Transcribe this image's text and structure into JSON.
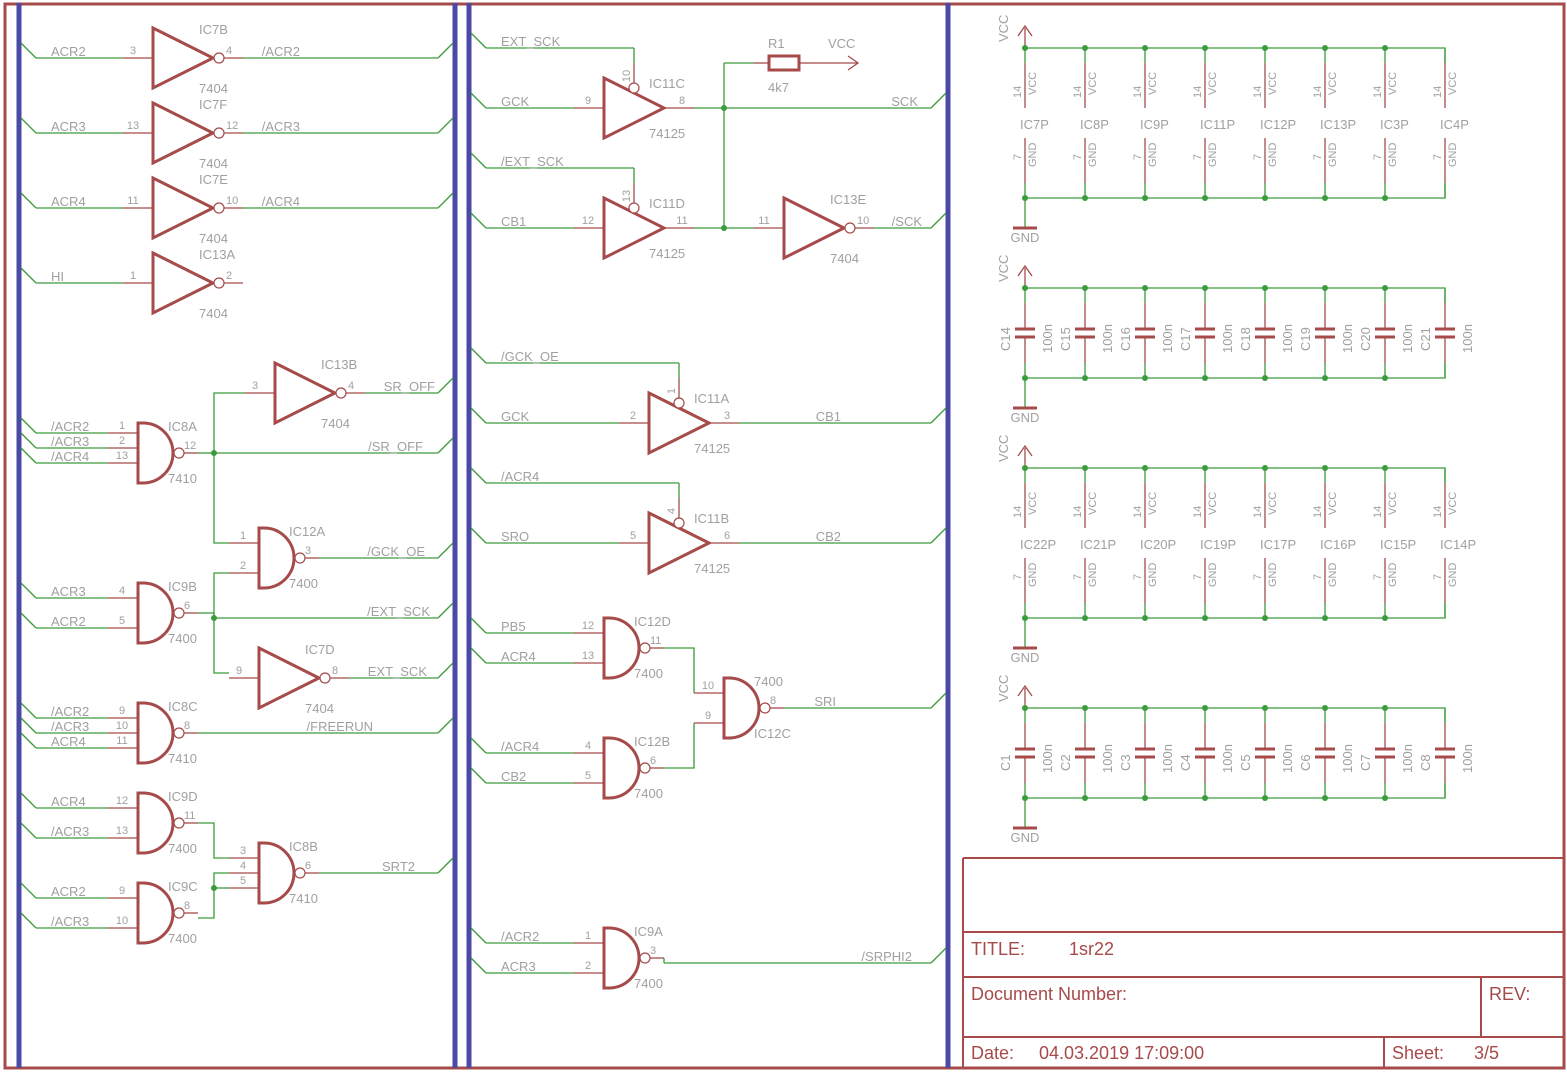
{
  "title_block": {
    "title_label": "TITLE:",
    "title_value": "1sr22",
    "doc_number_label": "Document Number:",
    "rev_label": "REV:",
    "date_label": "Date:",
    "date_value": "04.03.2019 17:09:00",
    "sheet_label": "Sheet:",
    "sheet_value": "3/5"
  },
  "colors": {
    "frame": "#a64a4a",
    "bus": "#4a4aa6",
    "wire": "#3c9c3c",
    "text": "#a0a0a0"
  },
  "left_column": {
    "inverters": [
      {
        "name": "IC7B",
        "type": "7404",
        "in_net": "ACR2",
        "in_pin": "3",
        "out_pin": "4",
        "out_net": "/ACR2"
      },
      {
        "name": "IC7F",
        "type": "7404",
        "in_net": "ACR3",
        "in_pin": "13",
        "out_pin": "12",
        "out_net": "/ACR3"
      },
      {
        "name": "IC7E",
        "type": "7404",
        "in_net": "ACR4",
        "in_pin": "11",
        "out_pin": "10",
        "out_net": "/ACR4"
      },
      {
        "name": "IC13A",
        "type": "7404",
        "in_net": "HI",
        "in_pin": "1",
        "out_pin": "2",
        "out_net": ""
      }
    ],
    "gates": [
      {
        "name": "IC8A",
        "type": "7410",
        "inputs": [
          {
            "net": "/ACR2",
            "pin": "1"
          },
          {
            "net": "/ACR3",
            "pin": "2"
          },
          {
            "net": "/ACR4",
            "pin": "13"
          }
        ],
        "out_pin": "12"
      },
      {
        "name": "IC9B",
        "type": "7400",
        "inputs": [
          {
            "net": "ACR3",
            "pin": "4"
          },
          {
            "net": "ACR2",
            "pin": "5"
          }
        ],
        "out_pin": "6"
      },
      {
        "name": "IC8C",
        "type": "7410",
        "inputs": [
          {
            "net": "/ACR2",
            "pin": "9"
          },
          {
            "net": "/ACR3",
            "pin": "10"
          },
          {
            "net": "ACR4",
            "pin": "11"
          }
        ],
        "out_pin": "8",
        "out_net": "/FREERUN"
      },
      {
        "name": "IC9D",
        "type": "7400",
        "inputs": [
          {
            "net": "ACR4",
            "pin": "12"
          },
          {
            "net": "/ACR3",
            "pin": "13"
          }
        ],
        "out_pin": "11"
      },
      {
        "name": "IC9C",
        "type": "7400",
        "inputs": [
          {
            "net": "ACR2",
            "pin": "9"
          },
          {
            "net": "/ACR3",
            "pin": "10"
          }
        ],
        "out_pin": "8"
      }
    ],
    "second_stage": [
      {
        "name": "IC13B",
        "type": "7404",
        "in_pin": "3",
        "out_pin": "4",
        "out_net": "SR_OFF"
      },
      {
        "name": "IC12A",
        "type": "7400",
        "in_pins": [
          "1",
          "2"
        ],
        "out_pin": "3",
        "out_net": "/GCK_OE"
      },
      {
        "name": "IC7D",
        "type": "7404",
        "in_pin": "9",
        "out_pin": "8",
        "out_net": "EXT_SCK"
      },
      {
        "name": "IC8B",
        "type": "7410",
        "in_pins": [
          "3",
          "4",
          "5"
        ],
        "out_pin": "6",
        "out_net": "SRT2"
      }
    ],
    "direct_nets": [
      "/SR_OFF",
      "/EXT_SCK"
    ]
  },
  "middle_column": {
    "tristate": [
      {
        "name": "IC11C",
        "type": "74125",
        "oe_net": "EXT_SCK",
        "oe_pin": "10",
        "in_net": "GCK",
        "in_pin": "9",
        "out_pin": "8"
      },
      {
        "name": "IC11D",
        "type": "74125",
        "oe_net": "/EXT_SCK",
        "oe_pin": "13",
        "in_net": "CB1",
        "in_pin": "12",
        "out_pin": "11"
      },
      {
        "name": "IC11A",
        "type": "74125",
        "oe_net": "/GCK_OE",
        "oe_pin": "1",
        "in_net": "GCK",
        "in_pin": "2",
        "out_pin": "3",
        "out_net": "CB1"
      },
      {
        "name": "IC11B",
        "type": "74125",
        "oe_net": "/ACR4",
        "oe_pin": "4",
        "in_net": "SRO",
        "in_pin": "5",
        "out_pin": "6",
        "out_net": "CB2"
      }
    ],
    "resistor": {
      "name": "R1",
      "value": "4k7",
      "supply": "VCC"
    },
    "sck_net": "SCK",
    "inverter": {
      "name": "IC13E",
      "type": "7404",
      "in_pin": "11",
      "out_pin": "10",
      "out_net": "/SCK"
    },
    "gates": [
      {
        "name": "IC12D",
        "type": "7400",
        "inputs": [
          {
            "net": "PB5",
            "pin": "12"
          },
          {
            "net": "ACR4",
            "pin": "13"
          }
        ],
        "out_pin": "11"
      },
      {
        "name": "IC12B",
        "type": "7400",
        "inputs": [
          {
            "net": "/ACR4",
            "pin": "4"
          },
          {
            "net": "CB2",
            "pin": "5"
          }
        ],
        "out_pin": "6"
      },
      {
        "name": "IC12C",
        "type": "7400",
        "in_pins": [
          "10",
          "9"
        ],
        "out_pin": "8",
        "out_net": "SRI"
      },
      {
        "name": "IC9A",
        "type": "7400",
        "inputs": [
          {
            "net": "/ACR2",
            "pin": "1"
          },
          {
            "net": "ACR3",
            "pin": "2"
          }
        ],
        "out_pin": "3",
        "out_net": "/SRPHI2"
      }
    ]
  },
  "power_column": {
    "supply_label": "VCC",
    "ground_label": "GND",
    "vcc_pin": "14",
    "vcc_pin_name": "VCC",
    "gnd_pin": "7",
    "gnd_pin_name": "GND",
    "ic_row_1": [
      "IC7P",
      "IC8P",
      "IC9P",
      "IC11P",
      "IC12P",
      "IC13P",
      "IC3P",
      "IC4P"
    ],
    "cap_row_1": {
      "names": [
        "C14",
        "C15",
        "C16",
        "C17",
        "C18",
        "C19",
        "C20",
        "C21"
      ],
      "value": "100n"
    },
    "ic_row_2": [
      "IC22P",
      "IC21P",
      "IC20P",
      "IC19P",
      "IC17P",
      "IC16P",
      "IC15P",
      "IC14P"
    ],
    "cap_row_2": {
      "names": [
        "C1",
        "C2",
        "C3",
        "C4",
        "C5",
        "C6",
        "C7",
        "C8"
      ],
      "value": "100n"
    }
  }
}
